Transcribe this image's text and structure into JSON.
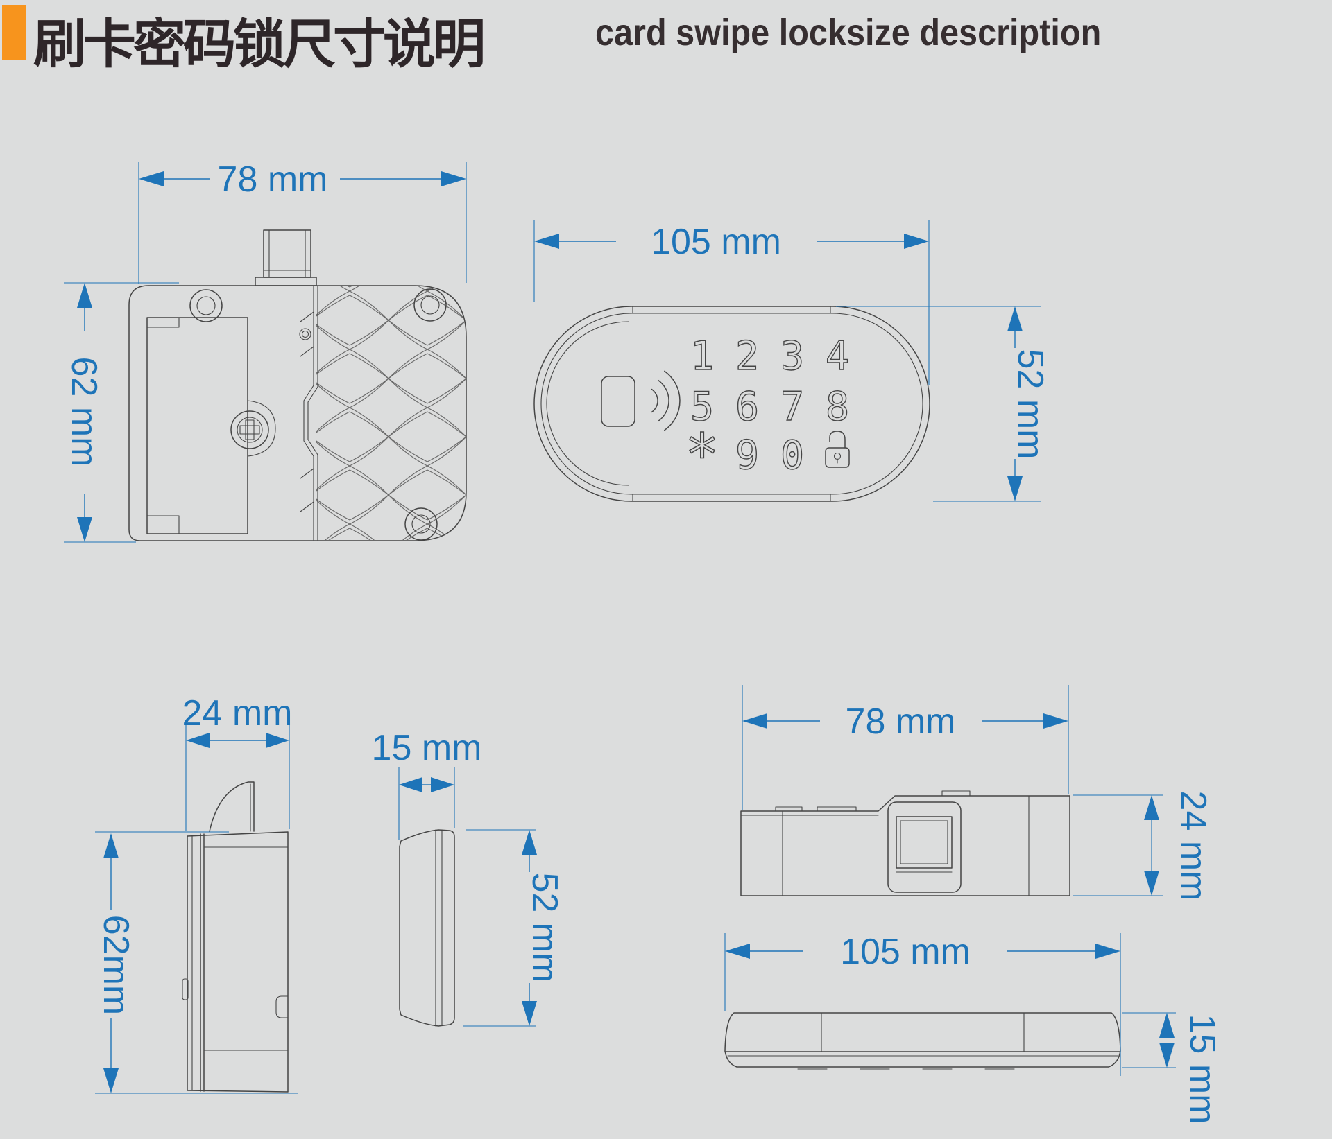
{
  "header": {
    "accent_color": "#f7941d",
    "title_zh": "刷卡密码锁尺寸说明",
    "title_en": "card swipe locksize description"
  },
  "colors": {
    "bg": "#dcdddd",
    "line": "#454545",
    "blue": "#1e74b8",
    "accent": "#f7941d"
  },
  "views": {
    "back_view": {
      "width_label": "78 mm",
      "height_label": "62 mm"
    },
    "front_view": {
      "width_label": "105 mm",
      "height_label": "52 mm",
      "keypad": {
        "row1": [
          "1",
          "2",
          "3",
          "4"
        ],
        "row2": [
          "5",
          "6",
          "7",
          "8"
        ],
        "star": "*",
        "row3": [
          "9",
          "0"
        ]
      }
    },
    "side_view": {
      "width_label": "24 mm",
      "height_label": "62mm"
    },
    "panel_view": {
      "width_label": "15 mm",
      "height_label": "52 mm"
    },
    "top_view": {
      "width_label": "78 mm",
      "height_label": "24 mm"
    },
    "bottom_view": {
      "width_label": "105 mm",
      "height_label": "15 mm"
    }
  }
}
